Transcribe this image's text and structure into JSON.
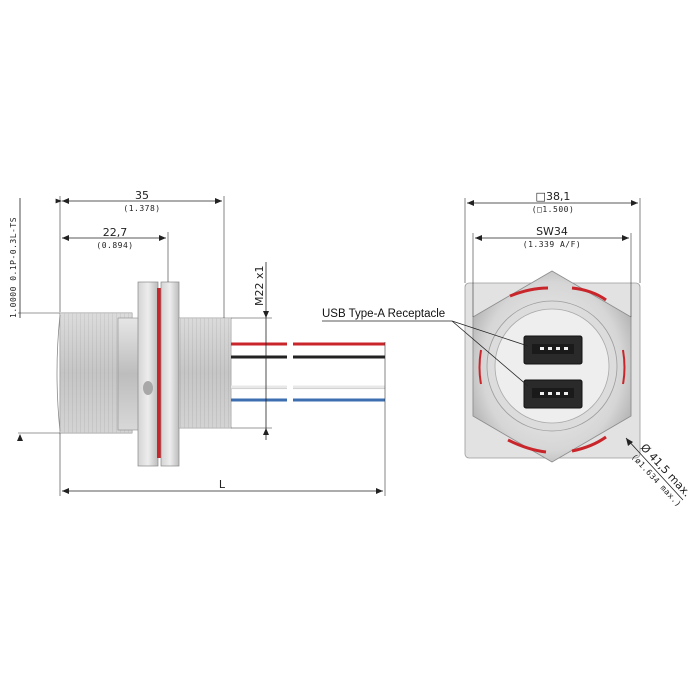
{
  "left_view": {
    "vertical_code": "1.0000 0.1P-0.3L-TS",
    "dim_total": {
      "value": "35",
      "inch": "(1.378)"
    },
    "dim_flange": {
      "value": "22,7",
      "inch": "(0.894)"
    },
    "dim_thread": "M22 x1",
    "dim_length": "L",
    "wire_colors": [
      "#c9262c",
      "#222222",
      "#e8e8e8",
      "#3d6fb0"
    ]
  },
  "right_view": {
    "dim_square": {
      "value": "□38,1",
      "inch": "(□1.500)"
    },
    "dim_wrench": {
      "value": "SW34",
      "inch": "(1.339 A/F)"
    },
    "dim_diameter": {
      "value": "Ø 41,5 max.",
      "inch": "(ø1.634 max.)"
    },
    "callout": "USB Type-A Receptacle"
  },
  "colors": {
    "accent_red": "#c9262c",
    "metal": "#c8c8c8",
    "dimension_line": "#222222"
  }
}
